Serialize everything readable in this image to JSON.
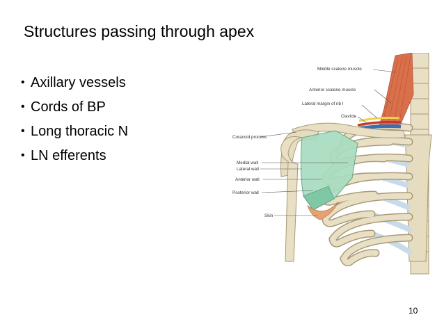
{
  "slide": {
    "title": "Structures passing through apex",
    "bullets": [
      "Axillary vessels",
      "Cords of BP",
      "Long thoracic N",
      "LN efferents"
    ],
    "page_number": "10"
  },
  "figure": {
    "labels": {
      "middle_scalene": "Middle scalene muscle",
      "anterior_scalene": "Anterior scalene muscle",
      "lateral_margin_rib1": "Lateral margin of rib I",
      "clavicle": "Clavicle",
      "coracoid_process": "Coracoid process",
      "medial_wall": "Medial wall",
      "lateral_wall": "Lateral wall",
      "anterior_wall": "Anterior wall",
      "posterior_wall": "Posterior wall",
      "skin": "Skin"
    },
    "colors": {
      "bone": "#e8dfc4",
      "bone_outline": "#a89a78",
      "cartilage": "#c9dbe8",
      "muscle": "#d9704a",
      "axilla": "#a8dcc0",
      "vessel_blue": "#3a6fb5",
      "nerve_yellow": "#f2d14a"
    }
  }
}
